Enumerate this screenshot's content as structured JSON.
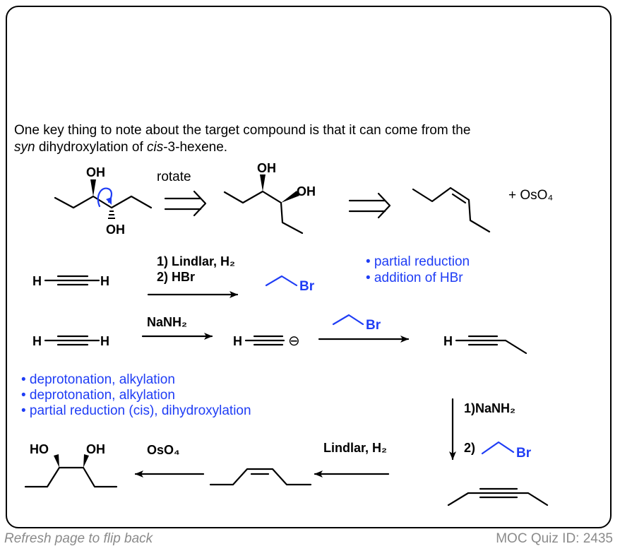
{
  "intro": {
    "line1": "One key thing to note about the target compound is that it can come from the",
    "line2_syn": "syn",
    "line2_mid": " dihydroxylation of ",
    "line2_cis": "cis",
    "line2_end": "-3-hexene."
  },
  "retro": {
    "oh": "OH",
    "rotate": "rotate",
    "plus_oso4": "+ OsO₄"
  },
  "step1": {
    "h": "H",
    "reagent1": "1) Lindlar, H₂",
    "reagent2": "2) HBr",
    "br": "Br",
    "note1": "• partial reduction",
    "note2": "• addition of HBr"
  },
  "step2": {
    "h": "H",
    "reagent": "NaNH₂",
    "minus": "⊖",
    "br": "Br"
  },
  "summary": [
    "• deprotonation, alkylation",
    "• deprotonation, alkylation",
    "• partial reduction (cis), dihydroxylation"
  ],
  "step3": {
    "reagent1": "1)NaNH₂",
    "reagent2": "2)",
    "br": "Br"
  },
  "step4": {
    "reagent": "Lindlar, H₂"
  },
  "step5": {
    "reagent": "OsO₄",
    "ho": "HO",
    "oh": "OH"
  },
  "footer": {
    "left": "Refresh page to flip back",
    "right": "MOC Quiz ID: 2435"
  }
}
